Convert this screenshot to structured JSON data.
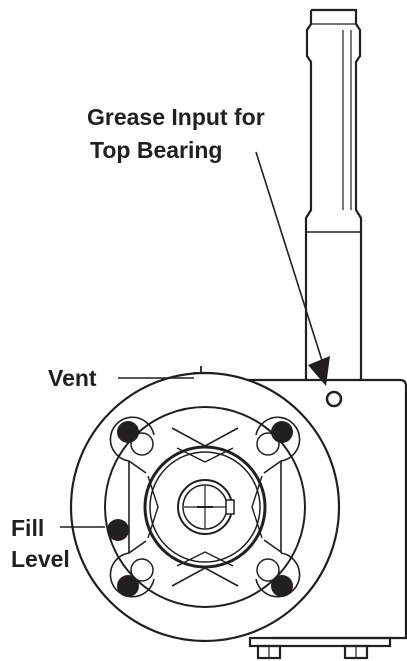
{
  "labels": {
    "grease_line1": "Grease Input for",
    "grease_line2": "Top Bearing",
    "vent": "Vent",
    "fill_line1": "Fill",
    "fill_line2": "Level"
  },
  "colors": {
    "ink": "#231f20",
    "background": "#ffffff"
  }
}
